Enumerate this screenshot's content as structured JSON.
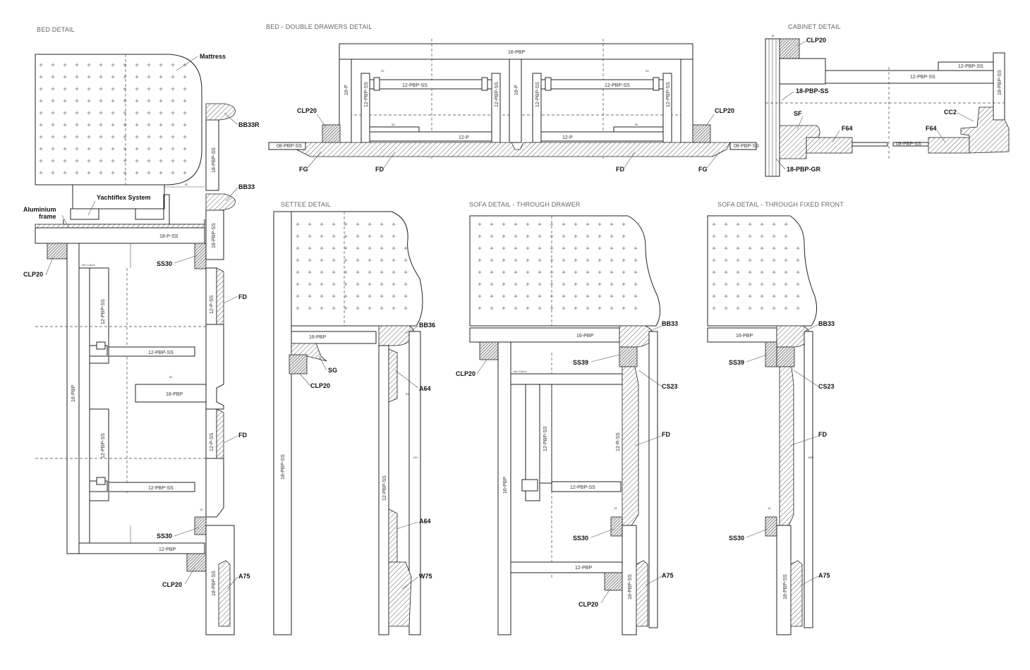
{
  "titles": {
    "bed": "BED DETAIL",
    "double": "BED - DOUBLE DRAWERS DETAIL",
    "cabinet": "CABINET DETAIL",
    "settee": "SETTEE DETAIL",
    "sofa_drawer": "SOFA DETAIL - THROUGH DRAWER",
    "sofa_fixed": "SOFA DETAIL - THROUGH FIXED FRONT"
  },
  "callouts": {
    "mattress": "Mattress",
    "bb33r": "BB33R",
    "bb33": "BB33",
    "bb36": "BB36",
    "yachtiflex": "Yachtiflex System",
    "aluminium_1": "Aluminium",
    "aluminium_2": "frame",
    "clp20": "CLP20",
    "ss30": "SS30",
    "ss39": "SS39",
    "fd": "FD",
    "fg": "FG",
    "sf": "SF",
    "cc2": "CC2",
    "f64": "F64",
    "pbp18ss": "18-PBP-SS",
    "pbp18gr": "18-PBP-GR",
    "sg": "SG",
    "a64": "A64",
    "w75": "W75",
    "a75": "A75",
    "cs23": "CS23"
  },
  "parts": {
    "p16pbp": "16-PBP",
    "p18pss": "18-P-SS",
    "p18pbpss": "18-PBP-SS",
    "p12pbpss": "12-PBP-SS",
    "p12pss": "12-P-SS",
    "p18pbp": "18-PBP",
    "p12pbp": "12-PBP",
    "p12p": "12-P",
    "p16p": "16-P",
    "p08pbpss": "08-PBP-SS",
    "p12rss": "12-R-SS"
  },
  "dims": {
    "min10": "min 10mm",
    "d15": "15",
    "d55": "55",
    "d60": "60",
    "d33": "33",
    "d80": "80",
    "d20": "20",
    "d64": "64",
    "d75": "75",
    "d18": "18",
    "d12": "12",
    "d145": "145",
    "d188": "188"
  }
}
